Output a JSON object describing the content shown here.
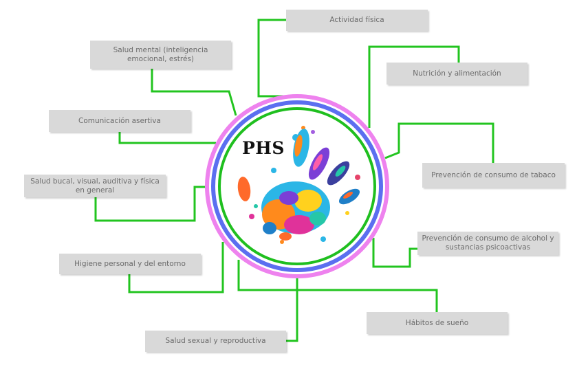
{
  "center_label": "PHS",
  "colors": {
    "connector": "#22c41f",
    "outer_ring": "#ee82ee",
    "middle_ring": "#5b6ff0",
    "inner_ring": "#1fbf1f",
    "box_fill": "#d9d9d9",
    "box_text": "#6b6b6b"
  },
  "center_image": "colorful-paint-handprint",
  "topics": [
    {
      "id": "actividad",
      "label": "Actividad física"
    },
    {
      "id": "salud-mental",
      "label": "Salud mental (inteligencia emocional, estrés)"
    },
    {
      "id": "nutricion",
      "label": "Nutrición y alimentación"
    },
    {
      "id": "comunicacion",
      "label": "Comunicación asertiva"
    },
    {
      "id": "tabaco",
      "label": "Prevención de consumo de tabaco"
    },
    {
      "id": "salud-bucal",
      "label": "Salud bucal, visual, auditiva y física en general"
    },
    {
      "id": "alcohol",
      "label": "Prevención de consumo de alcohol y sustancias psicoactivas"
    },
    {
      "id": "higiene",
      "label": "Higiene personal y del entorno"
    },
    {
      "id": "sueno",
      "label": "Hábitos de sueño"
    },
    {
      "id": "salud-sexual",
      "label": "Salud sexual y reproductiva"
    }
  ]
}
